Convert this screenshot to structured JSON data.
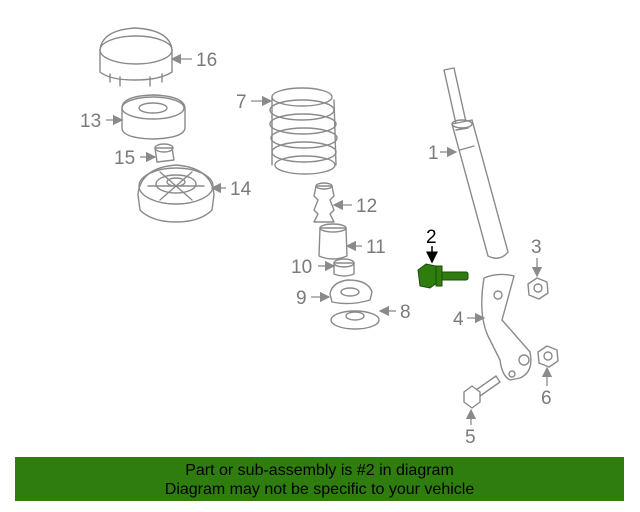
{
  "callouts": {
    "c1": "1",
    "c2": "2",
    "c3": "3",
    "c4": "4",
    "c5": "5",
    "c6": "6",
    "c7": "7",
    "c8": "8",
    "c9": "9",
    "c10": "10",
    "c11": "11",
    "c12": "12",
    "c13": "13",
    "c14": "14",
    "c15": "15",
    "c16": "16"
  },
  "colors": {
    "highlight_part": "#2e7d0e",
    "banner_bg": "#2e7d0e",
    "line_art": "#8a8a8a"
  },
  "banner": {
    "line1": "Part or sub-assembly is #2 in diagram",
    "line2": "Diagram may not be specific to your vehicle"
  }
}
